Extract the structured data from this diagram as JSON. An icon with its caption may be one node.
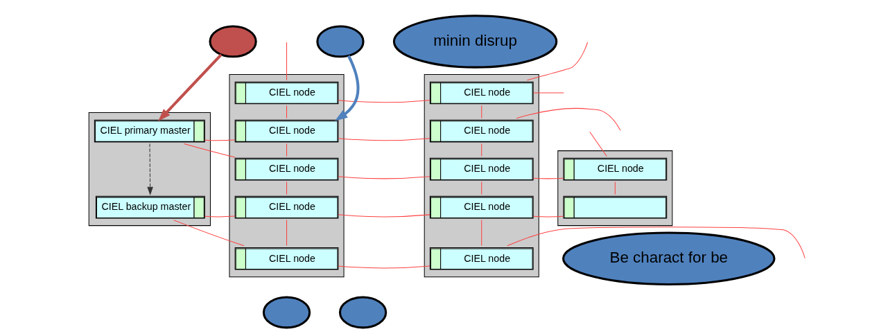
{
  "diagram": {
    "nodes": [
      {
        "text": [],
        "shape": "box"
      },
      {
        "text": [
          "CIEL primary master"
        ],
        "in": 0
      },
      {
        "text": [
          "CIEL backup master"
        ],
        "in": 0
      },
      {
        "text": [],
        "shape": "box"
      },
      {
        "text": [
          "CIEL node"
        ],
        "in": 3
      },
      {
        "text": [
          "CIEL node"
        ],
        "in": 3
      },
      {
        "text": [
          "CIEL node"
        ],
        "in": 3
      },
      {
        "text": [
          "CIEL node"
        ],
        "in": 3
      },
      {
        "text": [
          "CIEL node"
        ],
        "in": 3
      },
      {
        "text": [],
        "shape": "box"
      },
      {
        "text": [
          "CIEL node"
        ],
        "in": 9
      },
      {
        "text": [
          "CIEL node"
        ],
        "in": 9
      },
      {
        "text": [
          "CIEL node"
        ],
        "in": 9
      },
      {
        "text": [
          "CIEL node"
        ],
        "in": 9
      },
      {
        "text": [
          "CIEL node"
        ],
        "in": 9
      },
      {
        "text": [],
        "shape": "box"
      },
      {
        "text": [
          "CIEL node"
        ],
        "in": 15
      },
      {
        "text": [],
        "shape": "box",
        "in": 15
      },
      {
        "text": [],
        "shape": "cloud"
      },
      {
        "text": [],
        "shape": "cloud"
      },
      {
        "text": [
          "minin disrup"
        ]
      },
      {
        "text": [
          "Be charact for be"
        ]
      },
      {
        "text": [],
        "shape": "cloud"
      },
      {
        "text": [],
        "shape": "cloud"
      }
    ],
    "edges": [
      {
        "from": 18,
        "to": 1,
        "arrow": "to",
        "style": "thick",
        "color": "#c0504d"
      },
      {
        "from": 19,
        "to": 5,
        "arrow": "to",
        "style": "thick",
        "color": "#4f81bd"
      },
      {
        "from": 1,
        "to": 2,
        "arrow": "to",
        "style": "dashed",
        "color": "#333333"
      },
      {
        "from": 1,
        "to": 5,
        "arrow": "none"
      },
      {
        "from": 1,
        "to": 6,
        "arrow": "none"
      },
      {
        "from": 2,
        "to": 7,
        "arrow": "none"
      },
      {
        "from": 2,
        "to": 8,
        "arrow": "none"
      },
      {
        "from": null,
        "to": 4,
        "arrow": "none"
      },
      {
        "from": 4,
        "to": 5,
        "arrow": "none"
      },
      {
        "from": 5,
        "to": 6,
        "arrow": "none"
      },
      {
        "from": 6,
        "to": 7,
        "arrow": "none"
      },
      {
        "from": 7,
        "to": 8,
        "arrow": "none"
      },
      {
        "from": 4,
        "to": 10,
        "arrow": "none"
      },
      {
        "from": 5,
        "to": 11,
        "arrow": "none"
      },
      {
        "from": 6,
        "to": 12,
        "arrow": "none"
      },
      {
        "from": 7,
        "to": 13,
        "arrow": "none"
      },
      {
        "from": 8,
        "to": 14,
        "arrow": "none"
      },
      {
        "from": null,
        "to": 10,
        "arrow": "none"
      },
      {
        "from": 10,
        "to": 11,
        "arrow": "none"
      },
      {
        "from": 11,
        "to": 12,
        "arrow": "none"
      },
      {
        "from": 12,
        "to": 13,
        "arrow": "none"
      },
      {
        "from": 13,
        "to": 14,
        "arrow": "none"
      },
      {
        "from": 10,
        "to": null,
        "arrow": "none"
      },
      {
        "from": 11,
        "to": null,
        "arrow": "none"
      },
      {
        "from": 12,
        "to": 16,
        "arrow": "none"
      },
      {
        "from": 13,
        "to": 17,
        "arrow": "none"
      },
      {
        "from": 14,
        "to": null,
        "arrow": "none"
      },
      {
        "from": null,
        "to": 16,
        "arrow": "none"
      },
      {
        "from": 16,
        "to": 17,
        "arrow": "none"
      }
    ]
  }
}
